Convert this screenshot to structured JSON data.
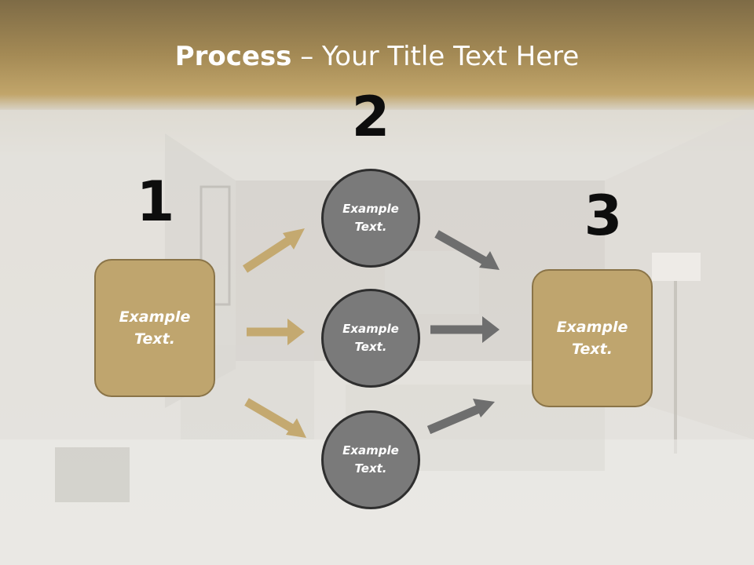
{
  "title": {
    "bold": "Process",
    "rest": " – Your Title Text Here"
  },
  "steps": {
    "one": "1",
    "two": "2",
    "three": "3"
  },
  "left_box": {
    "line1": "Example",
    "line2": "Text."
  },
  "right_box": {
    "line1": "Example",
    "line2": "Text."
  },
  "circles": [
    {
      "line1": "Example",
      "line2": "Text."
    },
    {
      "line1": "Example",
      "line2": "Text."
    },
    {
      "line1": "Example",
      "line2": "Text."
    }
  ],
  "colors": {
    "gold": "#bfa56e",
    "gold_border": "#8a7448",
    "gray_circle": "#7a7a7a",
    "arrow_gold": "#c4a970",
    "arrow_gray": "#6e6e6e",
    "header": "#a48a55"
  }
}
